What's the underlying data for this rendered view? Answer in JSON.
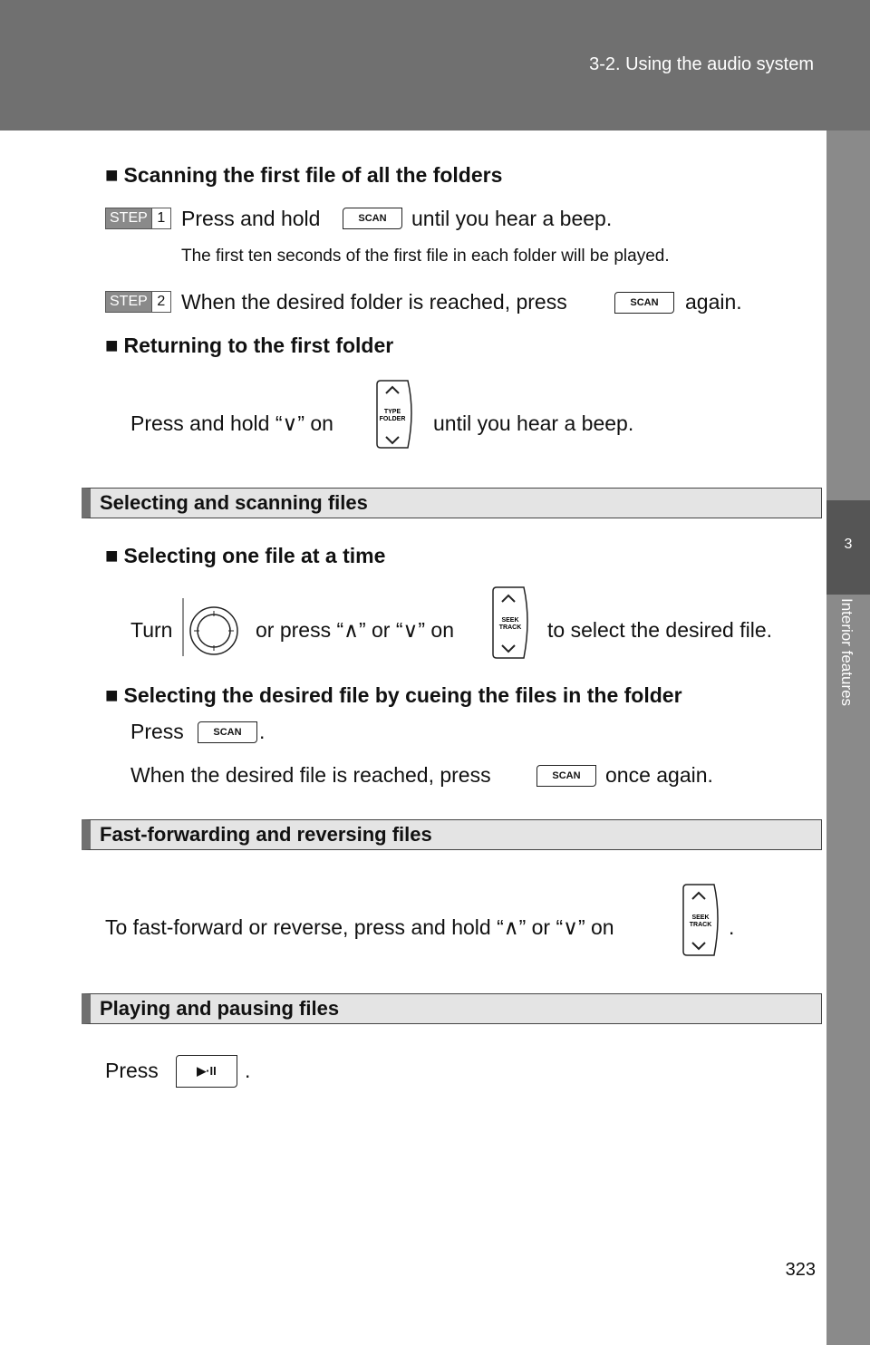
{
  "header": {
    "section": "3-2. Using the audio system"
  },
  "side_tab": {
    "number": "3",
    "label": "Interior features"
  },
  "page_number": "323",
  "scan_label": "SCAN",
  "play_label": "▶·II",
  "steps": {
    "label": "STEP",
    "n1": "1",
    "n2": "2"
  },
  "rockers": {
    "type_folder": "TYPE\nFOLDER",
    "seek_track": "SEEK\nTRACK"
  },
  "s1": {
    "heading": "Scanning the first file of all the folders",
    "step1_a": "Press and hold",
    "step1_b": "until you hear a beep.",
    "note": "The first ten seconds of the first file in each folder will be played.",
    "step2_a": "When the desired folder is reached, press",
    "step2_b": "again."
  },
  "s2": {
    "heading": "Returning to the first folder",
    "a": "Press and hold “∨” on",
    "b": "until you hear a beep."
  },
  "bar1": "Selecting and scanning files",
  "s3": {
    "heading": "Selecting one file at a time",
    "a": "Turn",
    "b": "or press “∧” or “∨” on",
    "c": "to select the desired file."
  },
  "s4": {
    "heading": "Selecting the desired file by cueing the files in the folder",
    "press": "Press",
    "dot": ".",
    "when_a": "When the desired file is reached, press",
    "when_b": "once again."
  },
  "bar2": "Fast-forwarding and reversing files",
  "ff": {
    "a": "To fast-forward or reverse, press and hold “∧” or “∨” on",
    "b": "."
  },
  "bar3": "Playing and pausing files",
  "play": {
    "a": "Press",
    "b": "."
  }
}
